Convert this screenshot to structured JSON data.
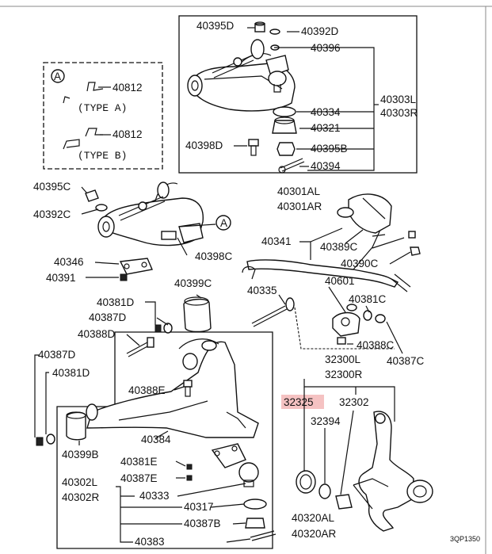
{
  "diagram": {
    "part_codes": {
      "p40395D": "40395D",
      "p40392D": "40392D",
      "p40396": "40396",
      "p40303L": "40303L",
      "p40303R": "40303R",
      "p40334": "40334",
      "p40321": "40321",
      "p40398D": "40398D",
      "p40395B": "40395B",
      "p40394": "40394",
      "p40301AL": "40301AL",
      "p40301AR": "40301AR",
      "p40395C": "40395C",
      "p40392C": "40392C",
      "p40346": "40346",
      "p40391": "40391",
      "p40398C": "40398C",
      "p40341": "40341",
      "p40389C": "40389C",
      "p40390C": "40390C",
      "p40335": "40335",
      "p40601": "40601",
      "p40381C": "40381C",
      "p40388C": "40388C",
      "p40387C": "40387C",
      "p40399C": "40399C",
      "p40381D_a": "40381D",
      "p40387D_a": "40387D",
      "p40388D": "40388D",
      "p40387D_b": "40387D",
      "p40381D_b": "40381D",
      "p40388E": "40388E",
      "p40399B": "40399B",
      "p40384": "40384",
      "p40381E": "40381E",
      "p40387E": "40387E",
      "p40302L": "40302L",
      "p40302R": "40302R",
      "p40333": "40333",
      "p40317": "40317",
      "p40387B": "40387B",
      "p40383": "40383",
      "p32300L": "32300L",
      "p32300R": "32300R",
      "p32325": "32325",
      "p32302": "32302",
      "p32394": "32394",
      "p40320AL": "40320AL",
      "p40320AR": "40320AR"
    },
    "inset": {
      "callout_letter": "A",
      "clip_a_code": "40812",
      "clip_a_type": "(TYPE A)",
      "clip_b_code": "40812",
      "clip_b_type": "(TYPE B)"
    },
    "callout_arm": "A",
    "drawing_code": "3QP1350",
    "highlight_color": "#f5c2c2"
  }
}
